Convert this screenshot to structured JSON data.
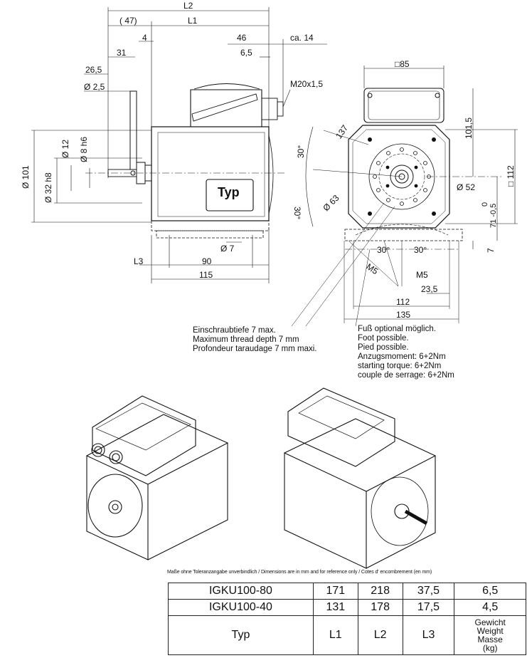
{
  "dimensions": {
    "l2": "L2",
    "d47": "( 47)",
    "l1": "L1",
    "d46": "46",
    "ca14": "ca. 14",
    "d4": "4",
    "d65": "6,5",
    "d31": "31",
    "d265": "26,5",
    "d25": "Ø 2,5",
    "m20": "M20x1,5",
    "d12": "Ø 12",
    "d8h6": "Ø 8 h6",
    "d32h8": "Ø 32 h8",
    "d101": "Ø 101",
    "d7": "Ø 7",
    "l3": "L3",
    "d90": "90",
    "d115": "115",
    "sq85": "□85",
    "d1015": "101,5",
    "sq112": "□ 112",
    "d137": "137",
    "a30a": "30°",
    "a30b": "30°",
    "d63": "Ø 63",
    "d52": "Ø 52",
    "tol": "0",
    "tol2": "71 -0,5",
    "a30c": "30°",
    "a30d": "30°",
    "m5a": "M5",
    "m5b": "M5",
    "d235": "23,5",
    "d112": "112",
    "d135": "135",
    "d7b": "7",
    "typ": "Typ"
  },
  "notes": {
    "thread": "Einschraubtiefe 7 max.\nMaximum thread depth 7 mm\nProfondeur taraudage 7 mm maxi.",
    "foot": "Fuß optional möglich.\nFoot possible.\nPied possible.\nAnzugsmoment: 6+2Nm\nstarting torque: 6+2Nm\ncouple de serrage: 6+2Nm"
  },
  "table": {
    "caption": "Maße ohne Toleranzangabe unverbindlich / Dimensions are in mm and for reference only / Cotes d' encombrement (en mm)",
    "rows": [
      [
        "IGKU100-80",
        "171",
        "218",
        "37,5",
        "6,5"
      ],
      [
        "IGKU100-40",
        "131",
        "178",
        "17,5",
        "4,5"
      ]
    ],
    "header": [
      "Typ",
      "L1",
      "L2",
      "L3",
      "Gewicht\nWeight\nMasse\n(kg)"
    ]
  }
}
